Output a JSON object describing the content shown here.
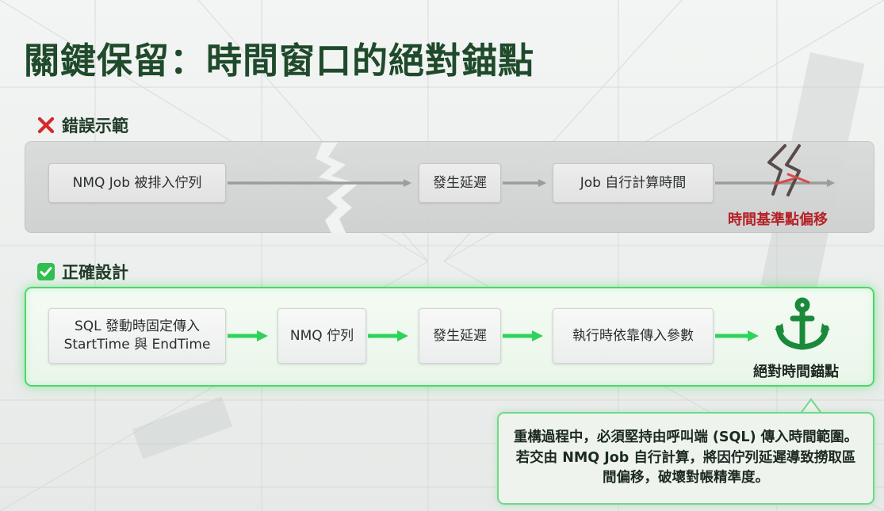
{
  "title": "關鍵保留：時間窗口的絕對錨點",
  "wrong_section": {
    "label": "錯誤示範",
    "steps": [
      "NMQ Job 被排入佇列",
      "發生延遲",
      "Job 自行計算時間"
    ],
    "result": "時間基準點偏移",
    "colors": {
      "result": "#b52226",
      "icon": "#d42a2a"
    },
    "icon": "cross-mark-icon"
  },
  "right_section": {
    "label": "正確設計",
    "steps": [
      {
        "line1": "SQL 發動時固定傳入",
        "line2": "StartTime 與 EndTime"
      },
      {
        "line1": "NMQ 佇列"
      },
      {
        "line1": "發生延遲"
      },
      {
        "line1": "執行時依靠傳入參數"
      }
    ],
    "result": "絕對時間錨點",
    "colors": {
      "accent": "#2fd35a",
      "anchor": "#1d8a3a"
    },
    "icon": "check-mark-icon",
    "result_icon": "anchor-icon"
  },
  "note": {
    "text": "重構過程中，必須堅持由呼叫端 (SQL) 傳入時間範圍。若交由 NMQ Job 自行計算，將因佇列延遲導致撈取區間偏移，破壞對帳精準度。"
  }
}
